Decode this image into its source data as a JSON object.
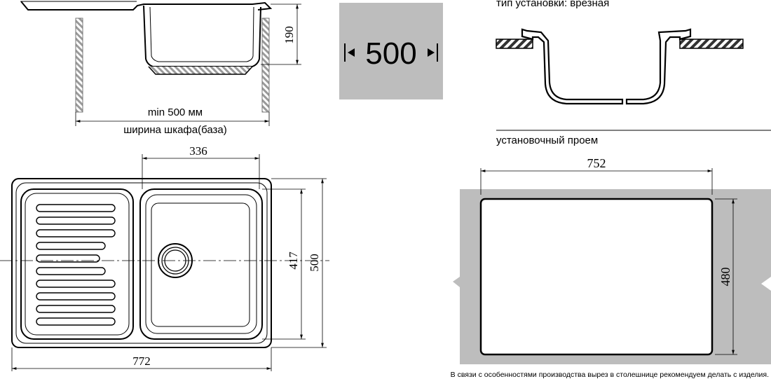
{
  "side_view": {
    "dim_depth": "190",
    "min_cabinet": "min 500 мм",
    "cabinet_width_label": "ширина шкафа(база)"
  },
  "cabinet_badge": {
    "value": "500",
    "color": "#bdbdbd"
  },
  "install_type": {
    "label": "тип установки: врезная"
  },
  "cutout": {
    "label": "установочный проем",
    "width": "752",
    "height": "480",
    "countertop_color": "#bdbdbd"
  },
  "top_view": {
    "dim_bowl_width": "336",
    "dim_bowl_height": "417",
    "dim_total_height": "500",
    "dim_total_width": "772"
  },
  "footnote": "В связи с особенностями производства вырез в столешнице рекомендуем делать с изделия."
}
